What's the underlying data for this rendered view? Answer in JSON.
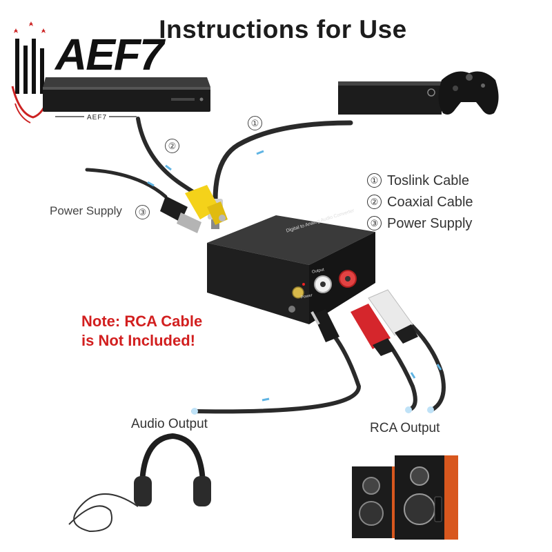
{
  "title": "Instructions for Use",
  "brand": {
    "logo_text": "AEF7",
    "logo_small": "AEF7"
  },
  "legend": [
    {
      "num": "①",
      "label": "Toslink Cable"
    },
    {
      "num": "②",
      "label": "Coaxial Cable"
    },
    {
      "num": "③",
      "label": "Power Supply"
    }
  ],
  "cable_markers": {
    "toslink": "①",
    "coaxial": "②",
    "power": "③"
  },
  "labels": {
    "power_supply": "Power Supply",
    "audio_output": "Audio Output",
    "rca_output": "RCA Output"
  },
  "note": {
    "line1": "Note: RCA Cable",
    "line2": "is Not Included!"
  },
  "converter_labels": {
    "name": "Digital to Analog Audio Converter",
    "output": "Output",
    "power": "Power"
  },
  "colors": {
    "note_red": "#d21f1f",
    "cable_black": "#2a2a2a",
    "coax_yellow": "#f4d21a",
    "rca_red": "#d5262c",
    "speaker_orange": "#d8571e"
  }
}
